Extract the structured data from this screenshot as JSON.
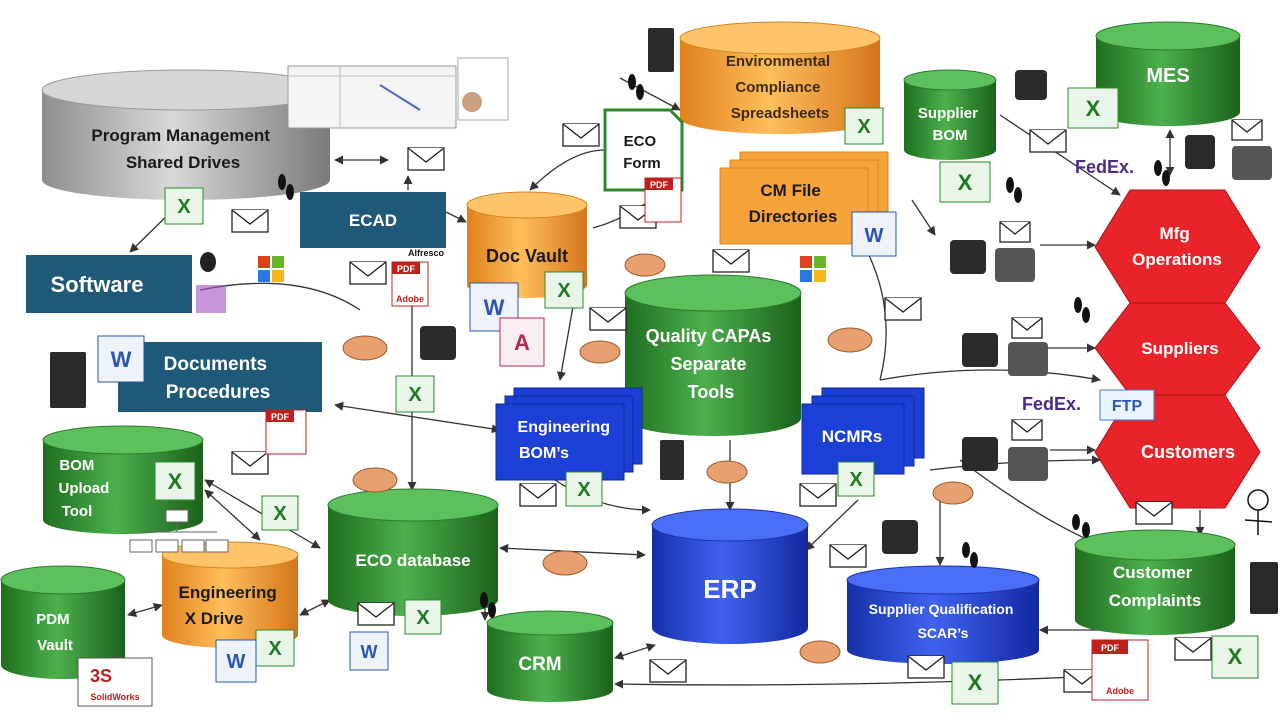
{
  "nodes": {
    "program_management": [
      "Program Management",
      "Shared Drives"
    ],
    "environmental": [
      "Environmental",
      "Compliance",
      "Spreadsheets"
    ],
    "mes": [
      "MES"
    ],
    "eco_form": [
      "ECO",
      "Form"
    ],
    "supplier_bom": [
      "Supplier",
      "BOM"
    ],
    "cm_file": [
      "CM File",
      "Directories"
    ],
    "ecad": [
      "ECAD"
    ],
    "doc_vault": [
      "Doc Vault"
    ],
    "software": [
      "Software"
    ],
    "quality_capas": [
      "Quality CAPAs",
      "Separate",
      "Tools"
    ],
    "mfg_operations": [
      "Mfg",
      "Operations"
    ],
    "documents": [
      "Documents",
      "Procedures"
    ],
    "suppliers": [
      "Suppliers"
    ],
    "engineering_bom": [
      "Engineering",
      "BOM’s"
    ],
    "ncmrs": [
      "NCMRs"
    ],
    "customers": [
      "Customers"
    ],
    "bom_upload": [
      "BOM",
      "Upload",
      "Tool"
    ],
    "eco_database": [
      "ECO database"
    ],
    "erp": [
      "ERP"
    ],
    "engineering_x": [
      "Engineering",
      "X Drive"
    ],
    "pdm_vault": [
      "PDM",
      "Vault"
    ],
    "crm": [
      "CRM"
    ],
    "supplier_qual": [
      "Supplier Qualification",
      "SCAR’s"
    ],
    "customer_complaints": [
      "Customer",
      "Complaints"
    ]
  },
  "icon_text": {
    "fedex_1": "FedEx.",
    "fedex_2": "FedEx.",
    "ftp": "FTP",
    "pdf": "PDF",
    "adobe": "Adobe",
    "solidworks": "SolidWorks",
    "alfresco": "Alfresco"
  },
  "colors": {
    "gray": "#c4c4c4",
    "orange": "#f7a33a",
    "green": "#3a9a3a",
    "teal": "#1e5a78",
    "blue": "#1c3fd6",
    "red": "#e8242a"
  }
}
